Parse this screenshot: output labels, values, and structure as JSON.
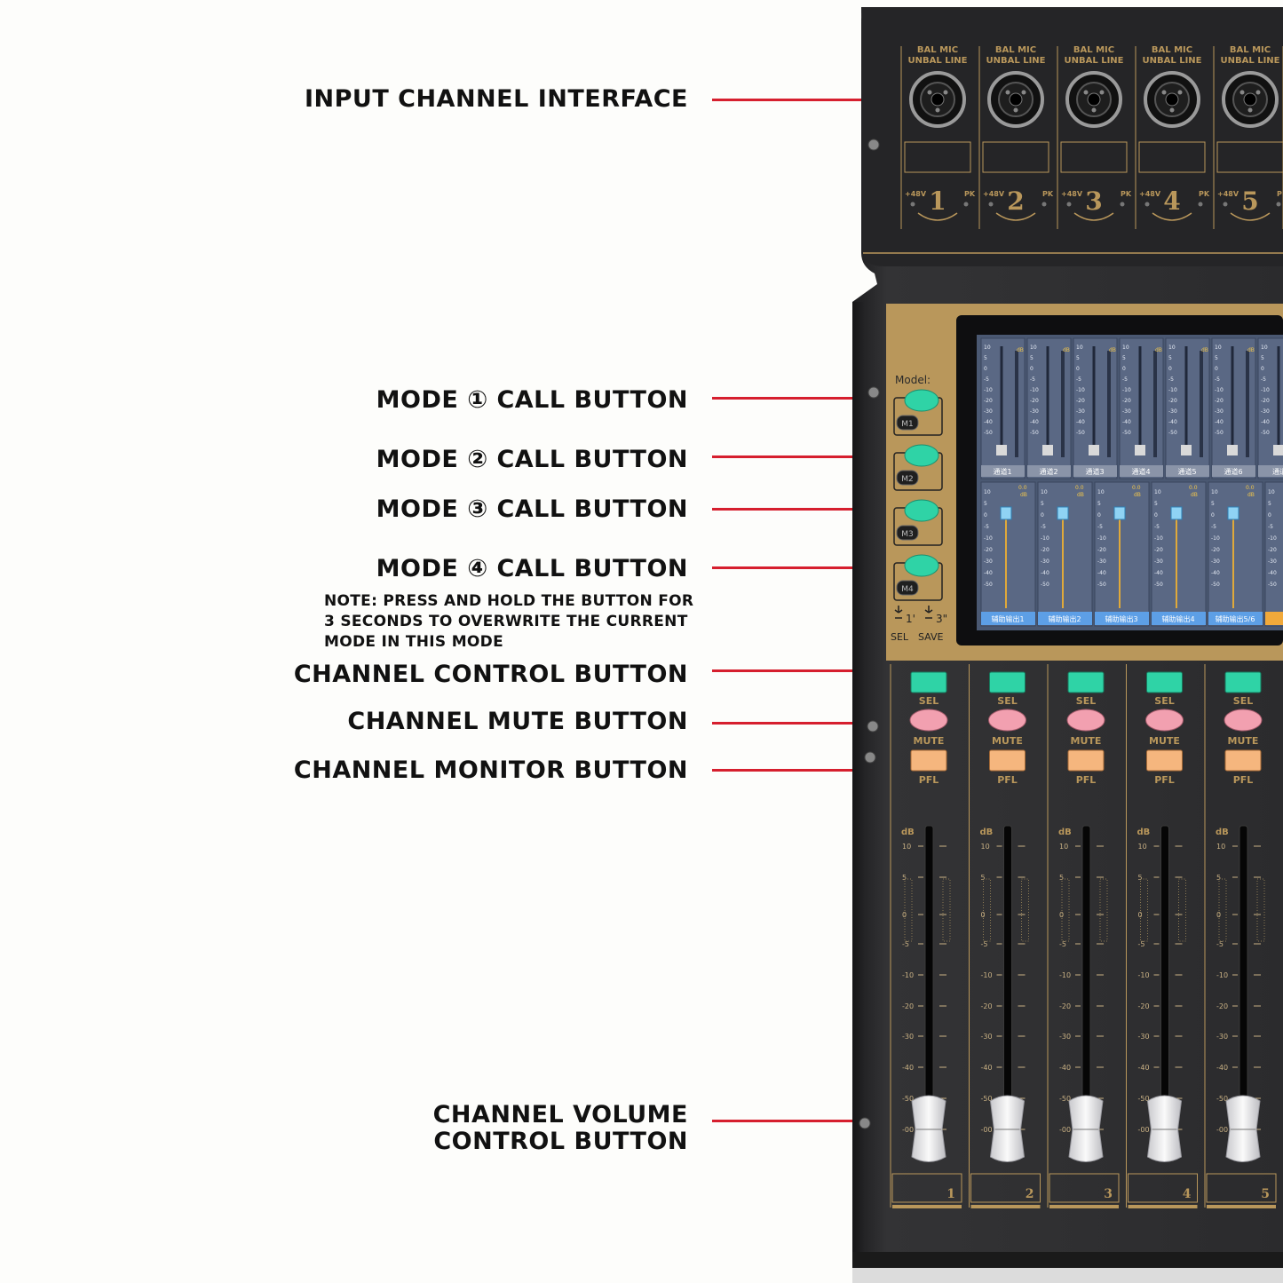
{
  "callouts": {
    "input": "INPUT CHANNEL INTERFACE",
    "mode1": "MODE ① CALL BUTTON",
    "mode2": "MODE ② CALL BUTTON",
    "mode3": "MODE ③ CALL BUTTON",
    "mode4": "MODE ④ CALL BUTTON",
    "note_line1": "NOTE: PRESS AND HOLD THE BUTTON FOR",
    "note_line2": "3 SECONDS TO OVERWRITE THE CURRENT",
    "note_line3": "MODE IN THIS MODE",
    "control": "CHANNEL CONTROL BUTTON",
    "mute": "CHANNEL MUTE BUTTON",
    "monitor": "CHANNEL MONITOR BUTTON",
    "volume_line1": "CHANNEL VOLUME",
    "volume_line2": "CONTROL BUTTON"
  },
  "device": {
    "input_label_1": "BAL MIC",
    "input_label_2": "UNBAL LINE",
    "phantom_label": "+48V",
    "peak_label": "PK",
    "channels": [
      "1",
      "2",
      "3",
      "4",
      "5"
    ],
    "model_label": "Model:",
    "modes": [
      "M1",
      "M2",
      "M3",
      "M4"
    ],
    "sel_hint": "SEL",
    "save_hint": "SAVE",
    "sel_time": "1'",
    "save_time": "3\"",
    "sel_label": "SEL",
    "mute_label": "MUTE",
    "pfl_label": "PFL",
    "fader_unit": "dB",
    "fader_scale": [
      "10",
      "5",
      "0",
      "-5",
      "-10",
      "-20",
      "-30",
      "-40",
      "-50",
      "-00"
    ],
    "screen": {
      "top_scale": [
        "10",
        "5",
        "0",
        "-5",
        "-10",
        "-20",
        "-30",
        "-40",
        "-50"
      ],
      "top_channels": [
        "通道1",
        "通道2",
        "通道3",
        "通道4",
        "通道5",
        "通道6",
        "通道"
      ],
      "bottom_channels": [
        "辅助输出1",
        "辅助输出2",
        "辅助输出3",
        "辅助输出4",
        "辅助输出5/6"
      ],
      "level_readout": "0.0",
      "unit": "dB"
    }
  },
  "colors": {
    "callout_line": "#d61f2e",
    "panel": "#2b2b2d",
    "gold": "#b9975b",
    "sel_button": "#2fd3a6",
    "mute_button": "#f2a0b0",
    "pfl_button": "#f5b67e",
    "screen_bg": "#4a5872"
  }
}
